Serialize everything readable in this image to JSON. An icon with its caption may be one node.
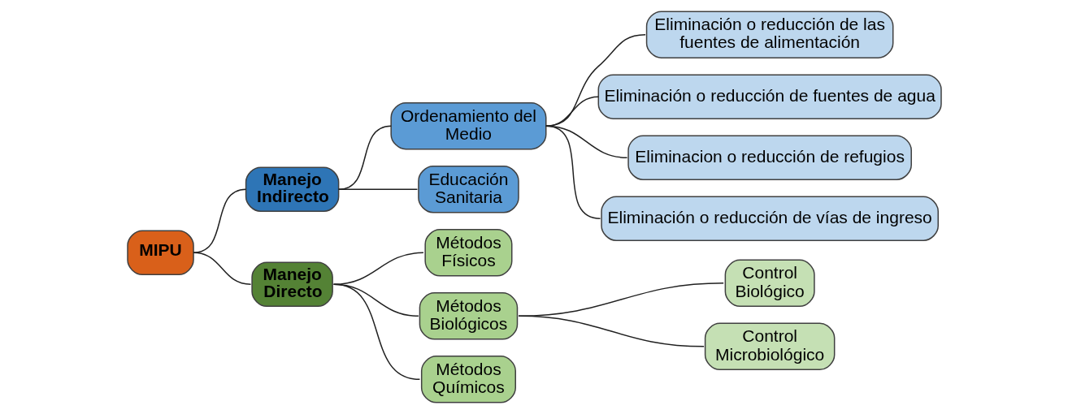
{
  "diagram": {
    "nodes": [
      {
        "text": [
          "MIPU"
        ]
      },
      {
        "text": [
          "Manejo Indirecto"
        ]
      },
      {
        "text": [
          "Ordenamiento del Medio"
        ]
      },
      {
        "text": [
          "Educación Sanitaria"
        ]
      },
      {
        "text": [
          "Eliminación o reducción de las fuentes de alimentación"
        ]
      },
      {
        "text": [
          "Eliminación o reducción de fuentes de agua"
        ]
      },
      {
        "text": [
          "Eliminacion o reducción de refugios"
        ]
      },
      {
        "text": [
          "Eliminación o reducción de vías de ingreso"
        ]
      },
      {
        "text": [
          "Manejo Directo"
        ]
      },
      {
        "text": [
          "Métodos Físicos"
        ]
      },
      {
        "text": [
          "Métodos Biológicos"
        ]
      },
      {
        "text": [
          "Métodos Químicos"
        ]
      },
      {
        "text": [
          "Control Biológico"
        ]
      },
      {
        "text": [
          "Control Microbiológico"
        ]
      }
    ],
    "edges": [
      {
        "from": 0,
        "to": 1,
        "arrow": "none"
      },
      {
        "from": 0,
        "to": 8,
        "arrow": "none"
      },
      {
        "from": 1,
        "to": 2,
        "arrow": "none"
      },
      {
        "from": 1,
        "to": 3,
        "arrow": "none"
      },
      {
        "from": 2,
        "to": 4,
        "arrow": "none"
      },
      {
        "from": 2,
        "to": 5,
        "arrow": "none"
      },
      {
        "from": 2,
        "to": 6,
        "arrow": "none"
      },
      {
        "from": 2,
        "to": 7,
        "arrow": "none"
      },
      {
        "from": 8,
        "to": 9,
        "arrow": "none"
      },
      {
        "from": 8,
        "to": 10,
        "arrow": "none"
      },
      {
        "from": 8,
        "to": 11,
        "arrow": "none"
      },
      {
        "from": 10,
        "to": 12,
        "arrow": "none"
      },
      {
        "from": 10,
        "to": 13,
        "arrow": "none"
      }
    ]
  }
}
